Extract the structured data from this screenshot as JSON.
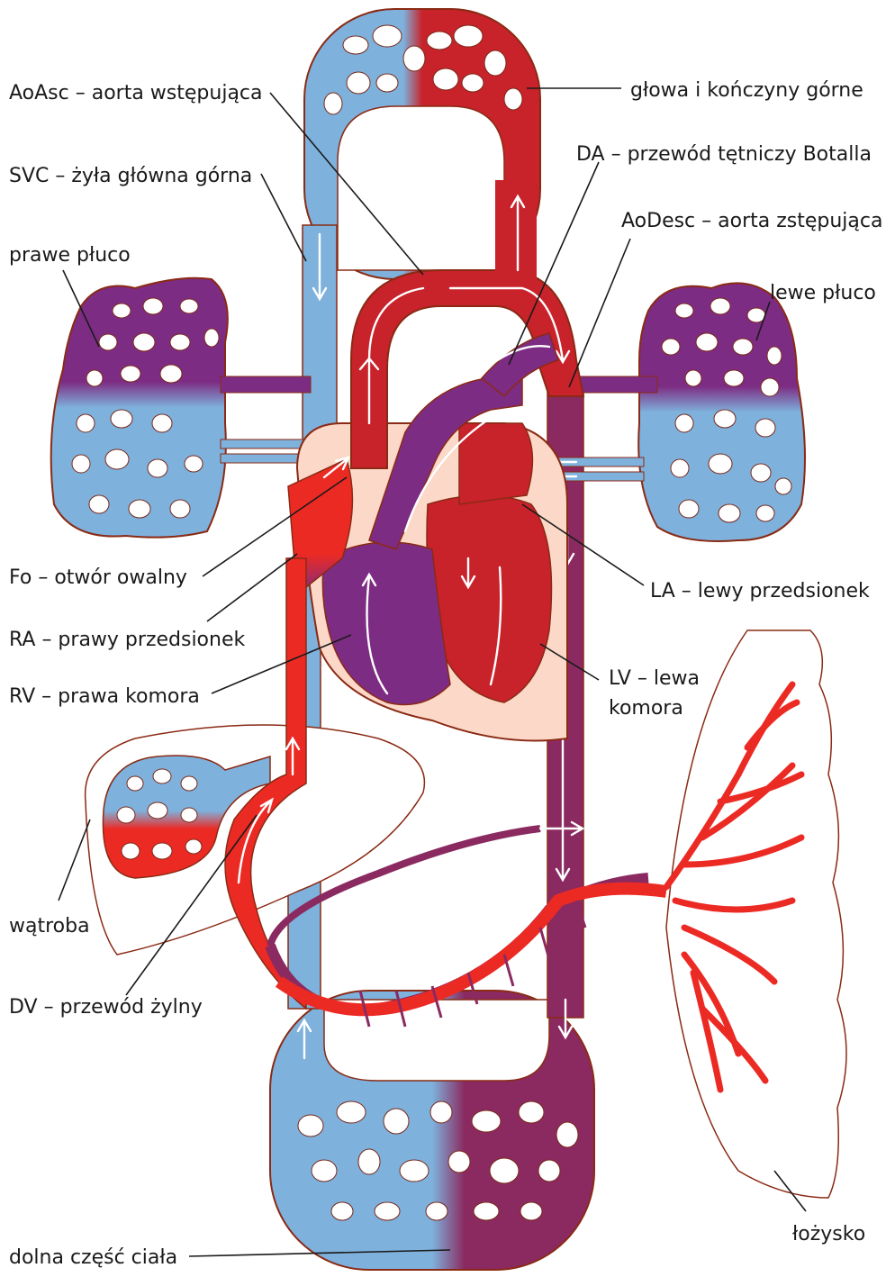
{
  "colors": {
    "venous": "#7eb1dc",
    "arterial": "#c8222b",
    "bright_arterial": "#ec2a24",
    "mixed": "#7d2c83",
    "mixed_dark": "#8a2a60",
    "heart_bg": "#fbd8c8",
    "outline": "#8a2a14"
  },
  "labels": {
    "aoasc": "AoAsc – aorta wstępująca",
    "svc": "SVC – żyła główna górna",
    "right_lung": "prawe płuco",
    "head": "głowa i kończyny górne",
    "da": "DA – przewód tętniczy Botalla",
    "aodesc": "AoDesc – aorta zstępująca",
    "left_lung": "lewe płuco",
    "fo": "Fo – otwór owalny",
    "la": "LA – lewy przedsionek",
    "ra": "RA – prawy przedsionek",
    "rv": "RV – prawa komora",
    "lv_1": "LV – lewa",
    "lv_2": "komora",
    "liver": "wątroba",
    "dv": "DV – przewód żylny",
    "placenta": "łożysko",
    "lower_body": "dolna część ciała"
  }
}
